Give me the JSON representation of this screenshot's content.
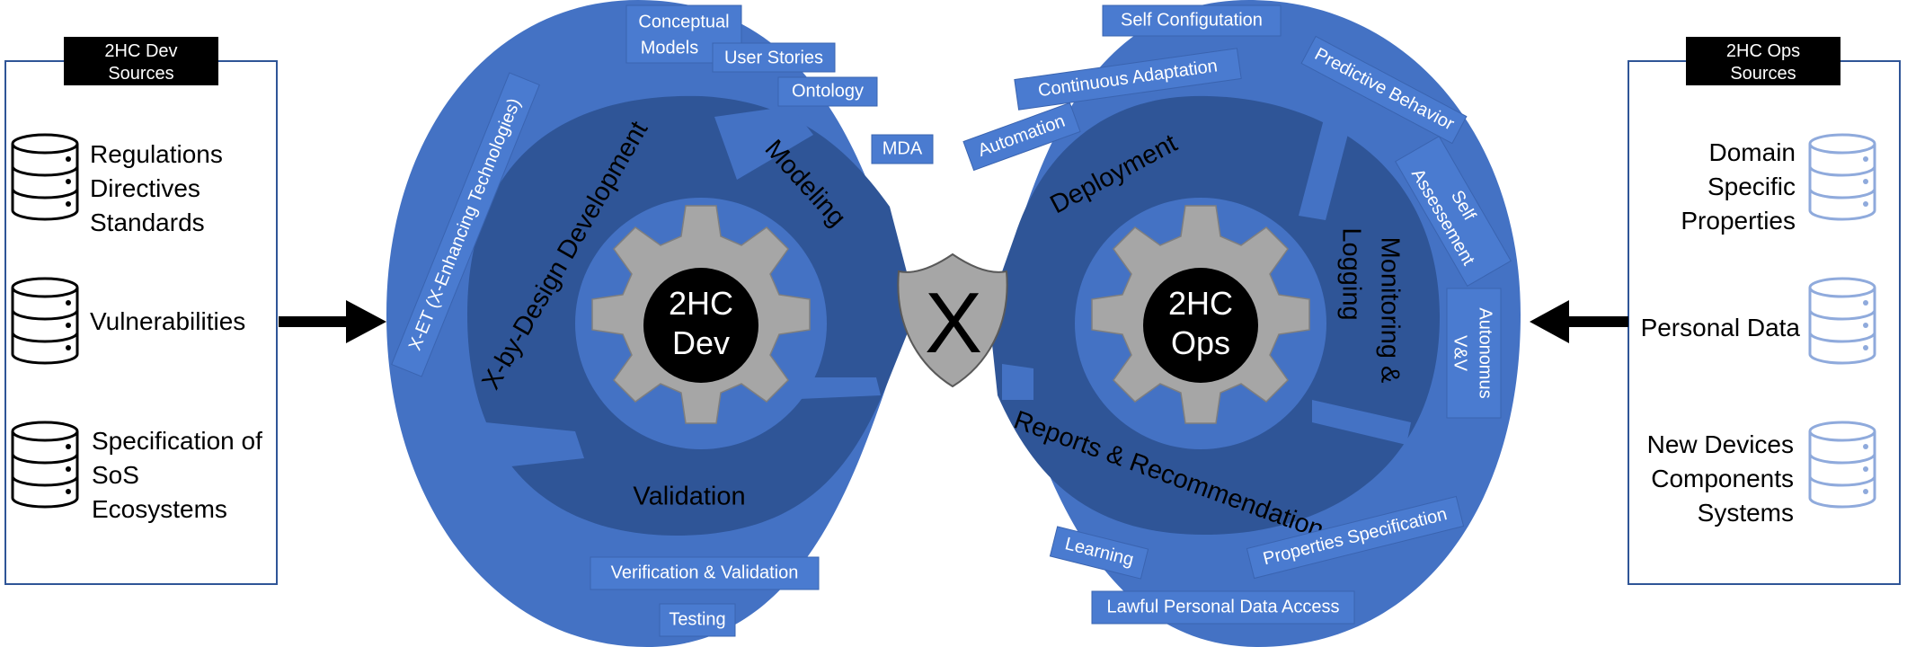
{
  "dev_sources": {
    "header": [
      "2HC Dev",
      "Sources"
    ],
    "items": [
      [
        "Regulations",
        "Directives",
        "Standards"
      ],
      [
        "Vulnerabilities"
      ],
      [
        "Specification of",
        "SoS",
        "Ecosystems"
      ]
    ]
  },
  "ops_sources": {
    "header": [
      "2HC Ops",
      "Sources"
    ],
    "items": [
      [
        "Domain",
        "Specific",
        "Properties"
      ],
      [
        "Personal Data"
      ],
      [
        "New Devices",
        "Components",
        "Systems"
      ]
    ]
  },
  "dev_hub": [
    "2HC",
    "Dev"
  ],
  "ops_hub": [
    "2HC",
    "Ops"
  ],
  "center_symbol": "X",
  "dev_phases": [
    "Modeling",
    "X-by-Design Development",
    "Validation"
  ],
  "ops_phases": [
    "Deployment",
    "Monitoring &",
    "Logging",
    "Reports & Recommendation"
  ],
  "dev_tags": [
    [
      "Conceptual",
      "Models"
    ],
    [
      "User Stories"
    ],
    [
      "Ontology"
    ],
    [
      "MDA"
    ],
    [
      "X-ET (X-Enhancing Technologies)"
    ],
    [
      "Verification & Validation"
    ],
    [
      "Testing"
    ]
  ],
  "ops_tags": [
    [
      "Self Configutation"
    ],
    [
      "Continuous Adaptation"
    ],
    [
      "Predictive Behavior"
    ],
    [
      "Automation"
    ],
    [
      "Self",
      "Assessement"
    ],
    [
      "Autonomus",
      "V&V"
    ],
    [
      "Learning"
    ],
    [
      "Properties Specification"
    ],
    [
      "Lawful Personal Data Access"
    ]
  ],
  "colors": {
    "lobe": "#4472c4",
    "ring": "#2f5597",
    "gear": "#a6a6a6",
    "source_icon_dev": "#000000",
    "source_icon_ops": "#8faadc"
  }
}
